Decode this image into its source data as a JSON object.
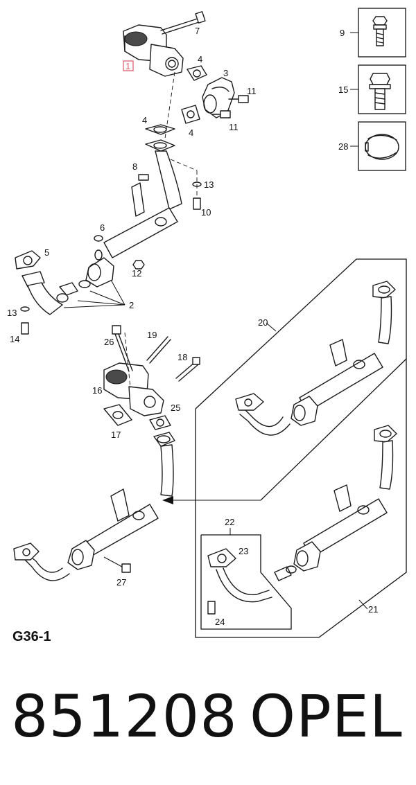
{
  "diagram_code": "G36-1",
  "part_number": "851208",
  "brand": "OPEL",
  "callouts": {
    "c1": "1",
    "c2": "2",
    "c3": "3",
    "c4a": "4",
    "c4b": "4",
    "c4c": "4",
    "c5": "5",
    "c6": "6",
    "c7": "7",
    "c8": "8",
    "c9": "9",
    "c10": "10",
    "c11a": "11",
    "c11b": "11",
    "c12": "12",
    "c13a": "13",
    "c13b": "13",
    "c14": "14",
    "c15": "15",
    "c16": "16",
    "c17": "17",
    "c18": "18",
    "c19": "19",
    "c20": "20",
    "c21": "21",
    "c22": "22",
    "c23": "23",
    "c24": "24",
    "c25": "25",
    "c26": "26",
    "c27": "27",
    "c28": "28"
  },
  "colors": {
    "highlight": "#e06070",
    "line": "#1a1a1a"
  }
}
